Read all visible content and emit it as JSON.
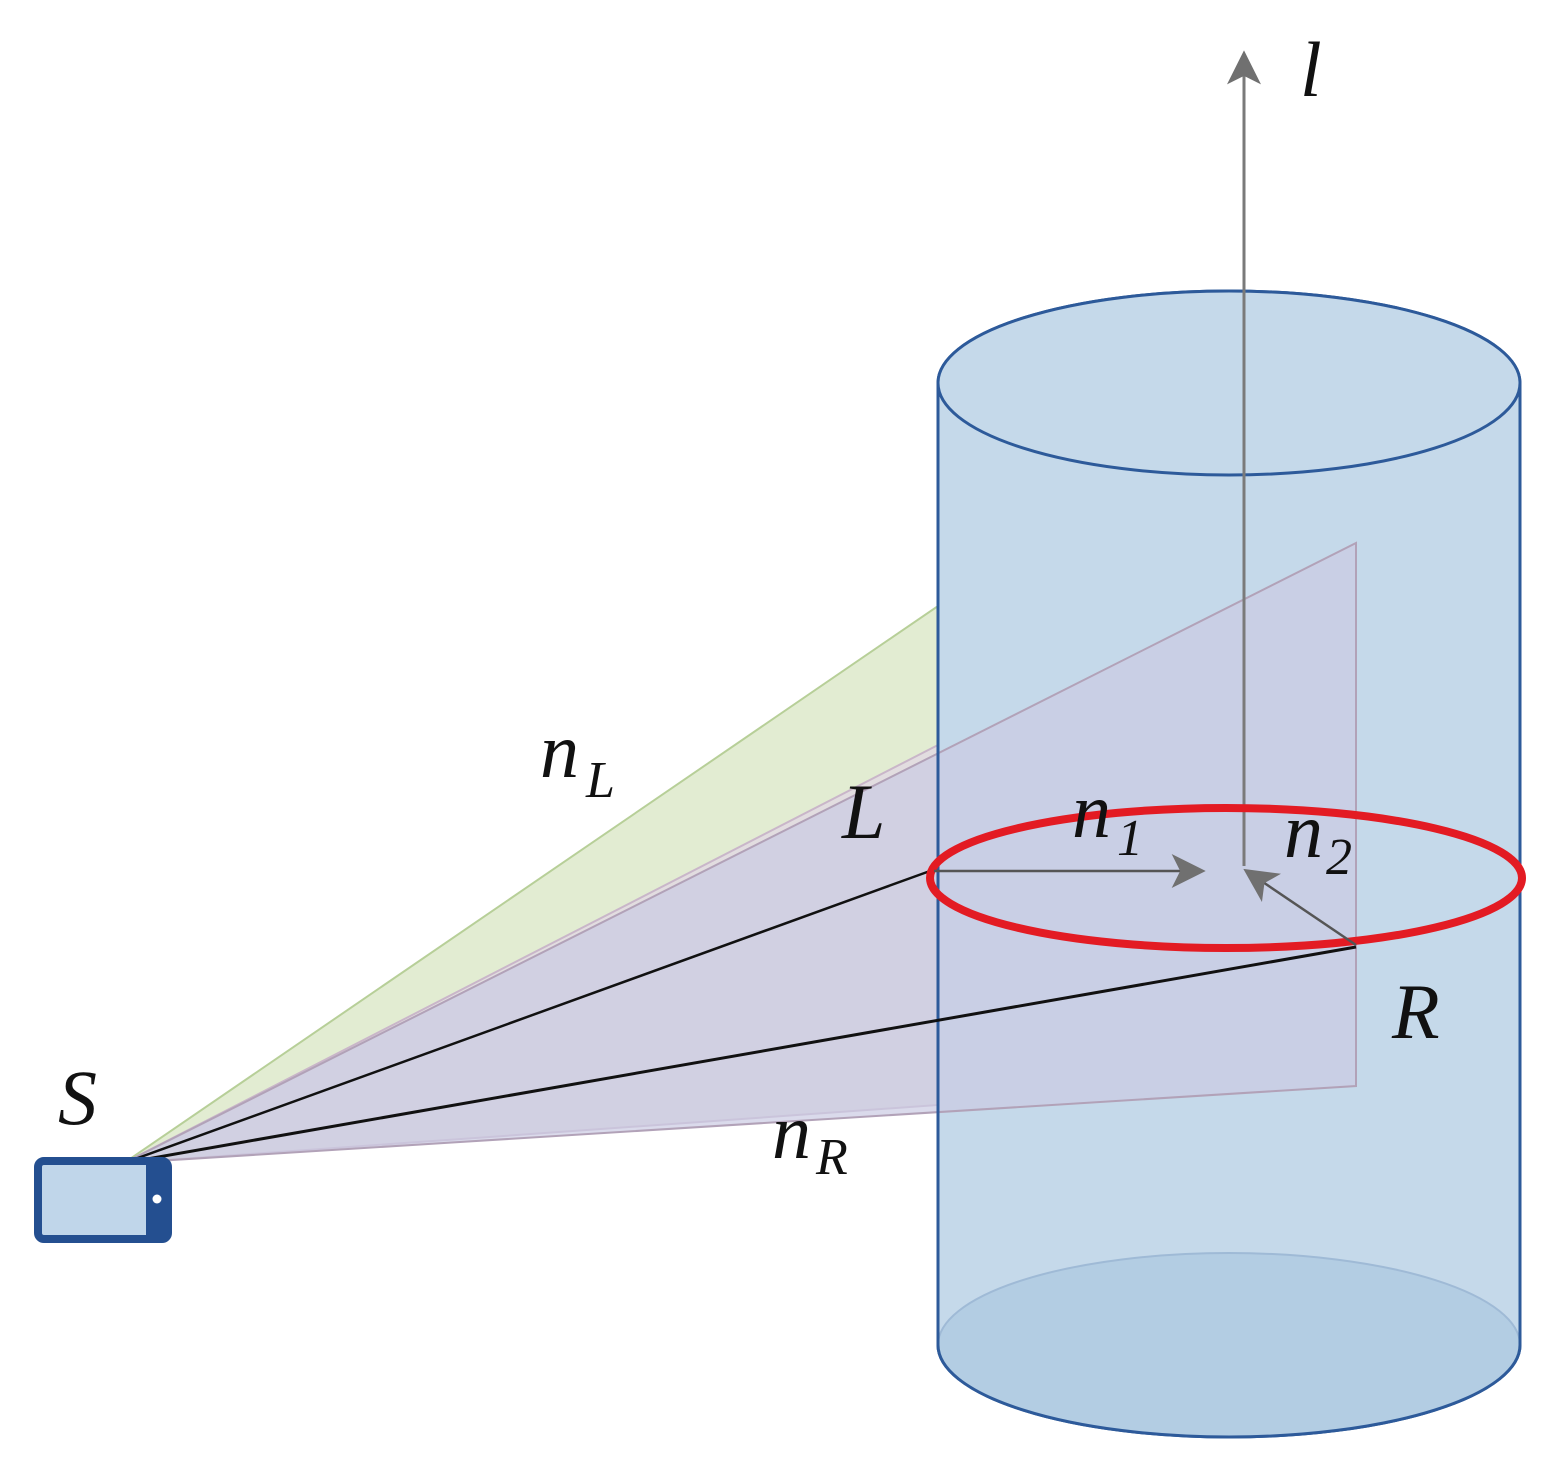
{
  "labels": {
    "axis": "l",
    "source": "S",
    "point_left": "L",
    "point_right": "R",
    "normal_left": {
      "base": "n",
      "sub": "L"
    },
    "normal_right": {
      "base": "n",
      "sub": "R"
    },
    "normal_1": {
      "base": "n",
      "sub": "1"
    },
    "normal_2": {
      "base": "n",
      "sub": "2"
    }
  },
  "colors": {
    "cylinder_fill": "#c5d9ea",
    "cylinder_edge": "#2d5a9a",
    "cylinder_bottom_fill": "#b3cde3",
    "outer_cone_fill": "#e2ecd2",
    "outer_cone_edge": "#b7cf98",
    "inner_cone_fill": "#e2dde0",
    "inner_cone_edge": "#c9b6c9",
    "plane_fill": "#cbcbe2",
    "plane_edge": "#b2a2b8",
    "ring": "#e31b23",
    "arrow": "#707070",
    "ray": "#111111",
    "device_fill": "#c0d6ea",
    "device_edge": "#244f90"
  },
  "icons": {
    "device": "tablet-icon"
  }
}
